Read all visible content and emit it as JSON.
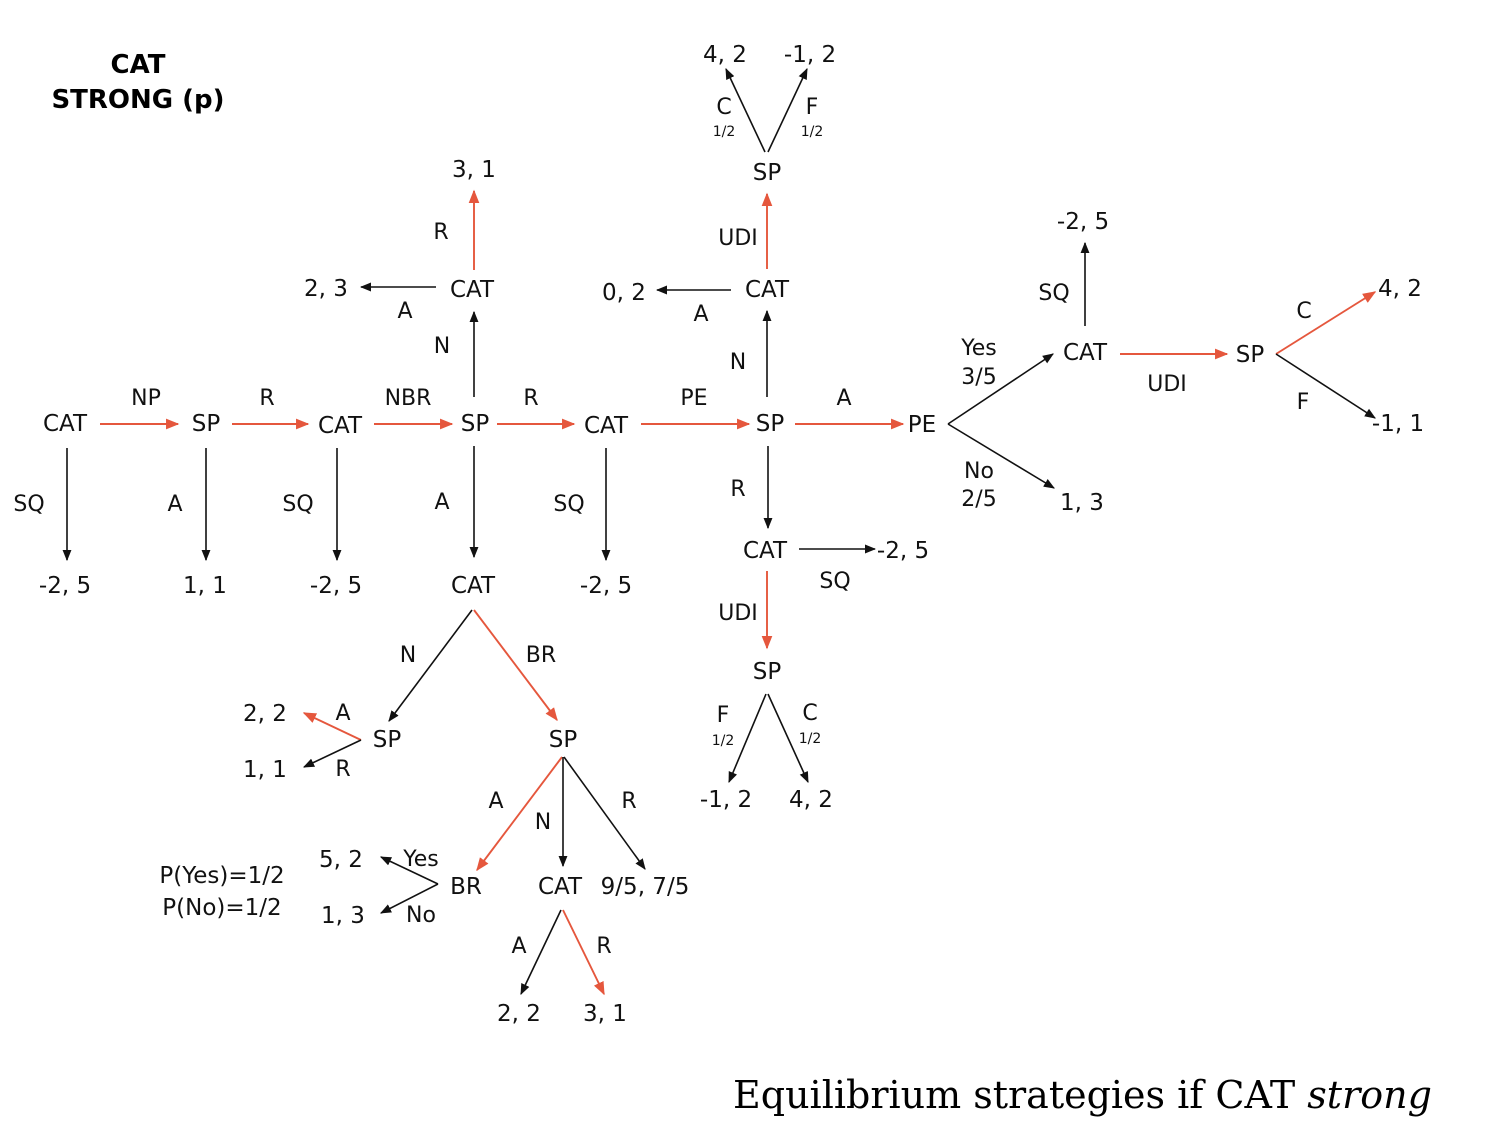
{
  "title": {
    "line1": "CAT",
    "line2": "STRONG (p)"
  },
  "caption": {
    "prefix": "Equilibrium strategies if CAT ",
    "emphasis": "strong"
  },
  "colors": {
    "equilibrium_edge": "#e5573d",
    "edge": "#111111"
  },
  "nodes": {
    "n1": "CAT",
    "n2": "SP",
    "n3": "CAT",
    "n4": "SP",
    "n5": "CAT",
    "n6": "SP",
    "pe": "PE",
    "cat_nbr": "CAT",
    "cat_pe": "CAT",
    "sp_udi_top": "SP",
    "cat_yes": "CAT",
    "sp_yes": "SP",
    "cat_r": "CAT",
    "sp_udi_bottom": "SP",
    "cat_a": "CAT",
    "sp_n": "SP",
    "sp_br": "SP",
    "br": "BR",
    "cat_bottom": "CAT"
  },
  "payoffs": {
    "p1": "-2, 5",
    "p2": "1, 1",
    "p3": "-2, 5",
    "p4": "-2, 5",
    "p_nbr_a": "2, 3",
    "p_nbr_r": "3, 1",
    "p_pe_a": "0, 2",
    "p_top_c": "4, 2",
    "p_top_f": "-1, 2",
    "p_yes_sq": "-2, 5",
    "p_yes_c": "4, 2",
    "p_yes_f": "-1, 1",
    "p_no": "1, 3",
    "p_r_sq": "-2, 5",
    "p_bot_f": "-1, 2",
    "p_bot_c": "4, 2",
    "p_n_a": "2, 2",
    "p_n_r": "1, 1",
    "p_br_yes": "5, 2",
    "p_br_no": "1, 3",
    "p_sp_r": "9/5, 7/5",
    "p_cat_a": "2, 2",
    "p_cat_r": "3, 1"
  },
  "edge_labels": {
    "l_np": "NP",
    "l_r1": "R",
    "l_nbr": "NBR",
    "l_r2": "R",
    "l_pe": "PE",
    "l_a_pe": "A",
    "l_sq1": "SQ",
    "l_a1": "A",
    "l_sq2": "SQ",
    "l_a2": "A",
    "l_sq3": "SQ",
    "l_r_down": "R",
    "l_n1": "N",
    "l_a_nbr": "A",
    "l_r_nbr": "R",
    "l_n2": "N",
    "l_a_pe2": "A",
    "l_udi_top": "UDI",
    "l_c_top": "C",
    "l_c_top_p": "1/2",
    "l_f_top": "F",
    "l_f_top_p": "1/2",
    "l_yes": "Yes",
    "l_yes_p": "3/5",
    "l_no": "No",
    "l_no_p": "2/5",
    "l_sq_yes": "SQ",
    "l_udi_yes": "UDI",
    "l_c_yes": "C",
    "l_f_yes": "F",
    "l_sq_r": "SQ",
    "l_udi_bot": "UDI",
    "l_f_bot": "F",
    "l_f_bot_p": "1/2",
    "l_c_bot": "C",
    "l_c_bot_p": "1/2",
    "l_n3": "N",
    "l_br": "BR",
    "l_a_n": "A",
    "l_r_n": "R",
    "l_a_br": "A",
    "l_n_br": "N",
    "l_r_br": "R",
    "l_yes_br": "Yes",
    "l_no_br": "No",
    "l_a_cat": "A",
    "l_r_cat": "R"
  },
  "probabilities_note": {
    "yes": "P(Yes)=1/2",
    "no": "P(No)=1/2"
  }
}
